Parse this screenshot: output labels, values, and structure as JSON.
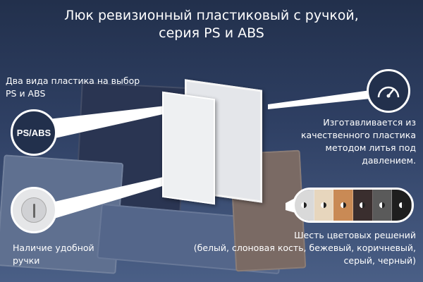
{
  "title": {
    "line1": "Люк ревизионный пластиковый с ручкой,",
    "line2": "серия PS и ABS"
  },
  "features": {
    "plastic": {
      "line1": "Два вида пластика на выбор",
      "line2": "PS и ABS",
      "badge": "PS/ABS"
    },
    "handle": {
      "line1": "Наличие удобной",
      "line2": "ручки"
    },
    "manufacturing": {
      "line1": "Изготавливается из",
      "line2": "качественного пластика",
      "line3": "методом литья под",
      "line4": "давлением.",
      "icon": "gauge-icon"
    },
    "colors": {
      "line1": "Шесть цветовых решений",
      "line2": "(белый, слоновая кость, бежевый, коричневый,",
      "line3": "серый, черный)",
      "swatches": [
        "#d9d9d9",
        "#e7d6bd",
        "#c98a55",
        "#3a2e2e",
        "#5a5a5a",
        "#1e1e1e"
      ]
    }
  }
}
